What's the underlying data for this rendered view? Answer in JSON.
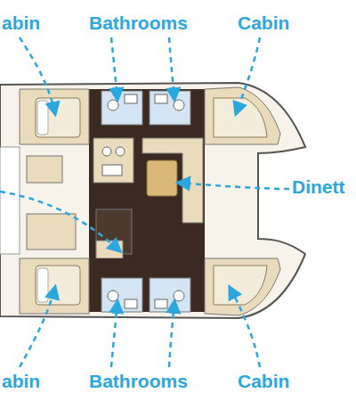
{
  "diagram": {
    "labels": [
      "abin",
      "Bathrooms",
      "Cabin",
      "Dinett",
      "abin",
      "Bathrooms",
      "Cabin"
    ]
  }
}
